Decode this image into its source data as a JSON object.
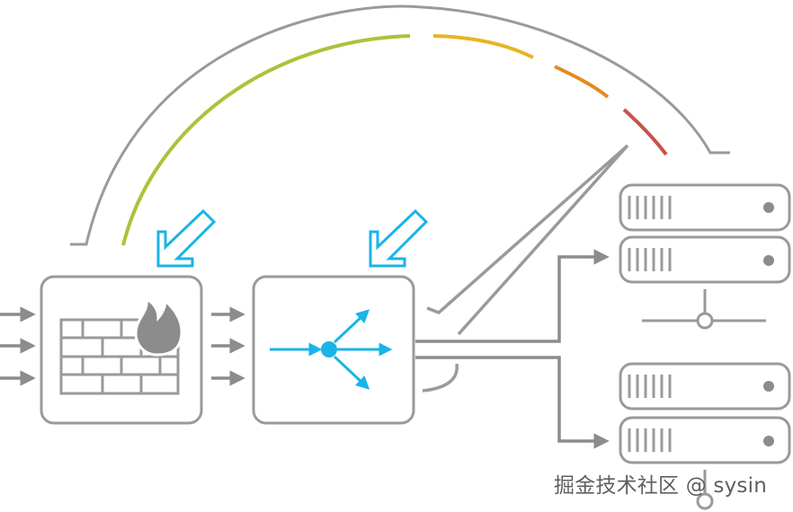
{
  "diagram": {
    "nodes": [
      {
        "id": "firewall",
        "icon": "firewall-icon",
        "label": ""
      },
      {
        "id": "load-balancer",
        "icon": "load-balancer-icon",
        "label": ""
      },
      {
        "id": "server-group-upper",
        "icon": "server-rack-icon",
        "label": ""
      },
      {
        "id": "server-group-lower",
        "icon": "server-rack-icon",
        "label": ""
      }
    ],
    "arc_segment_colors": [
      "#a8c43a",
      "#e8b422",
      "#e58a1e",
      "#c9524a"
    ],
    "highlight_arrow_color": "#1ab4e6",
    "flow_color": "#1ab4e6",
    "line_color": "#8c8c8c"
  },
  "watermark": {
    "text": "掘金技术社区 @ sysin"
  }
}
